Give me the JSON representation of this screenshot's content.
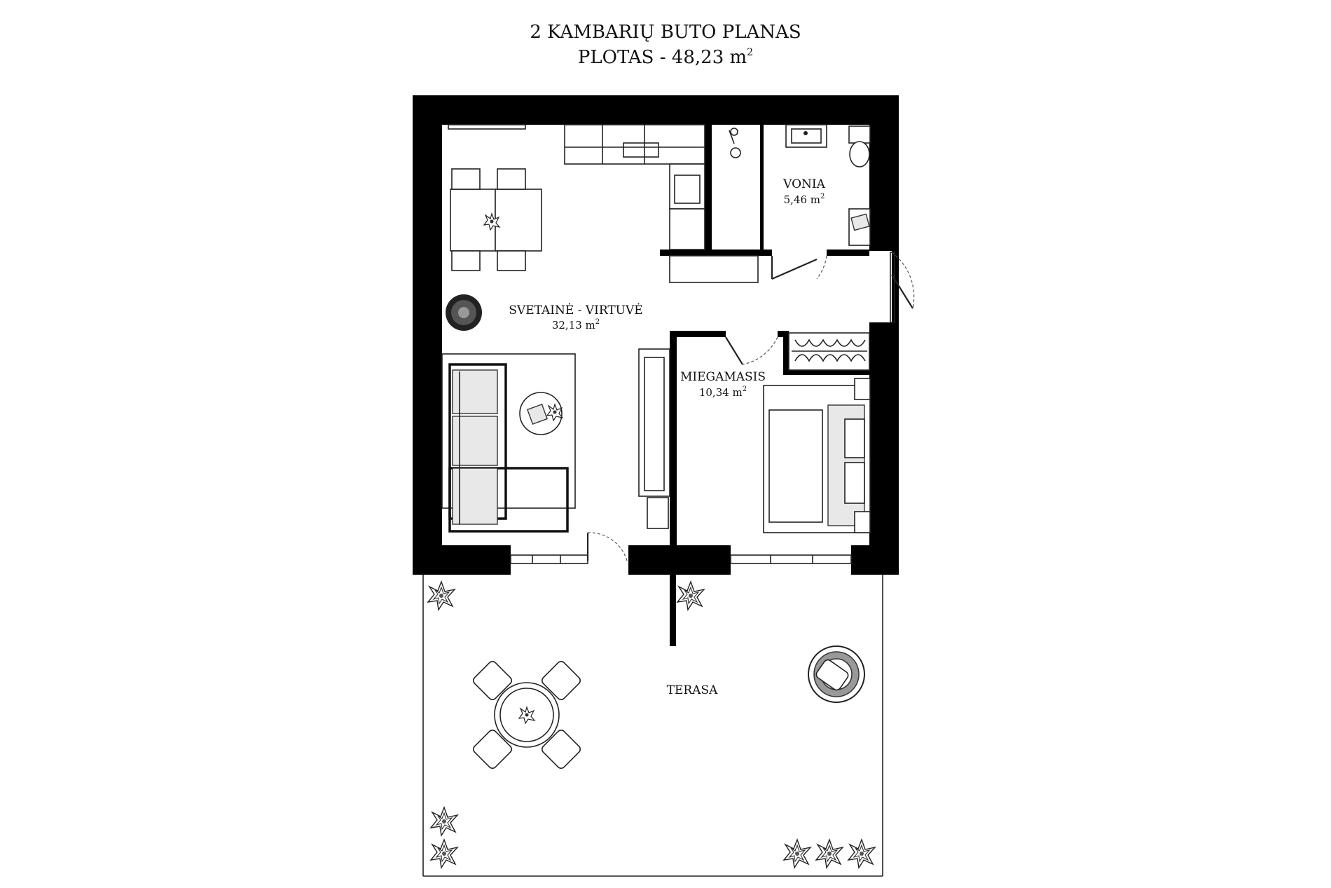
{
  "header": {
    "title": "2 KAMBARIŲ BUTO PLANAS",
    "area_prefix": "PLOTAS - 48,23 m",
    "area_sup": "2"
  },
  "rooms": {
    "living": {
      "name": "SVETAINĖ - VIRTUVĖ",
      "area": "32,13 m",
      "sup": "2"
    },
    "bath": {
      "name": "VONIA",
      "area": "5,46 m",
      "sup": "2"
    },
    "bed": {
      "name": "MIEGAMASIS",
      "area": "10,34 m",
      "sup": "2"
    },
    "terrace": {
      "name": "TERASA"
    }
  },
  "colors": {
    "wall": "#000000",
    "line": "#222222",
    "background": "#ffffff"
  },
  "icons": [
    "plant-icon",
    "door-swing-icon",
    "toilet-icon",
    "sink-icon",
    "shower-icon",
    "bed-icon",
    "sofa-icon",
    "dining-table-icon",
    "wardrobe-icon",
    "lounge-chair-icon"
  ]
}
